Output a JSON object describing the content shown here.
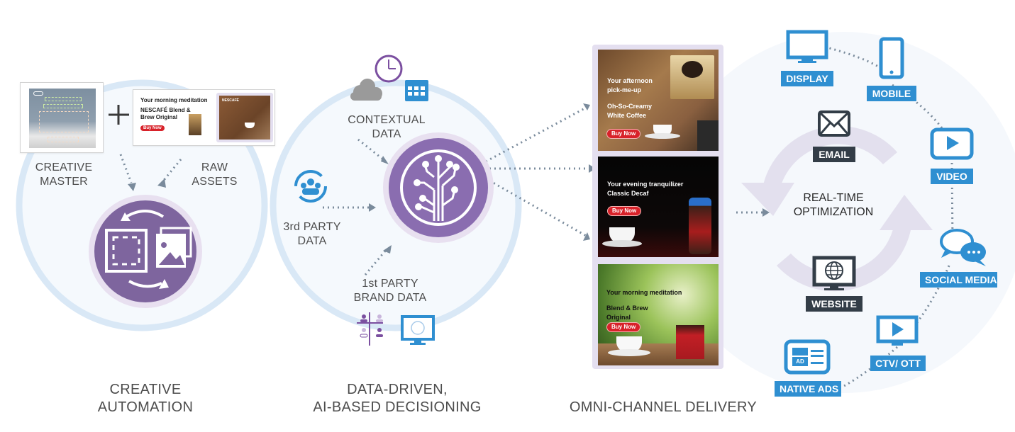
{
  "sections": {
    "creative_automation": {
      "title_line1": "CREATIVE",
      "title_line2": "AUTOMATION",
      "inputs": {
        "creative_master_line1": "CREATIVE",
        "creative_master_line2": "MASTER",
        "raw_assets_line1": "RAW",
        "raw_assets_line2": "ASSETS"
      },
      "raw_asset_card": {
        "headline": "Your morning meditation",
        "product_line1": "NESCAFÉ Blend &",
        "product_line2": "Brew Original",
        "cta": "Buy Now",
        "photo_brand": "NESCAFÉ"
      },
      "plus_symbol": "+"
    },
    "decisioning": {
      "title_line1": "DATA-DRIVEN,",
      "title_line2": "AI-BASED DECISIONING",
      "inputs": {
        "contextual_line1": "CONTEXTUAL",
        "contextual_line2": "DATA",
        "third_party_line1": "3rd PARTY",
        "third_party_line2": "DATA",
        "first_party_line1": "1st PARTY",
        "first_party_line2": "BRAND DATA"
      }
    },
    "omni_channel": {
      "title": "OMNI-CHANNEL DELIVERY",
      "ads": [
        {
          "headline_line1": "Your afternoon",
          "headline_line2": "pick-me-up",
          "product_line1": "Oh-So-Creamy",
          "product_line2": "White Coffee",
          "cta": "Buy Now"
        },
        {
          "headline_line1": "Your evening tranquilizer",
          "headline_line2": "",
          "product_line1": "Classic Decaf",
          "product_line2": "",
          "cta": "Buy Now"
        },
        {
          "headline_line1": "Your morning meditation",
          "headline_line2": "",
          "product_line1": "Blend & Brew",
          "product_line2": "Original",
          "cta": "Buy Now"
        }
      ],
      "optimization_line1": "REAL-TIME",
      "optimization_line2": "OPTIMIZATION",
      "inner_channels": [
        "EMAIL",
        "WEBSITE"
      ],
      "outer_channels": [
        "DISPLAY",
        "MOBILE",
        "VIDEO",
        "SOCIAL MEDIA",
        "CTV/ OTT",
        "NATIVE ADS"
      ],
      "native_ad_icon_text": "AD"
    }
  },
  "colors": {
    "purple": "#8466a6",
    "purple_light": "#e6dff0",
    "circle_ring": "#d6e6f5",
    "circle_fill": "#f5f9fd",
    "arrow_gray": "#7a8b9c",
    "channel_blue": "#2f8fd1",
    "channel_dark": "#333d47",
    "cta_red": "#d8222a"
  }
}
